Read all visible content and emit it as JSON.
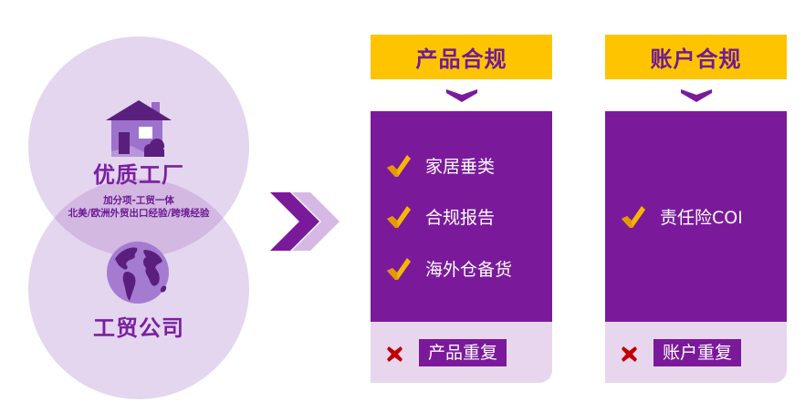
{
  "left": {
    "factory": {
      "icon": "house-icon",
      "title": "优质工厂",
      "overlap_line1": "加分项-工贸一体",
      "overlap_line2": "北美/欧洲外贸出口经验/跨境经验"
    },
    "trading": {
      "icon": "globe-icon",
      "title": "工贸公司"
    }
  },
  "arrow": {
    "icon": "double-chevron-right-icon"
  },
  "cards": [
    {
      "header": "产品合规",
      "items": [
        "家居垂类",
        "合规报告",
        "海外仓备货"
      ],
      "negative": "产品重复"
    },
    {
      "header": "账户合规",
      "items": [
        "责任险COI"
      ],
      "negative": "账户重复"
    }
  ],
  "colors": {
    "purple": "#7a1a9b",
    "yellow": "#ffc400",
    "light_purple": "#e8d6ee",
    "circle": "#dac8e8",
    "red_x": "#c00000"
  }
}
